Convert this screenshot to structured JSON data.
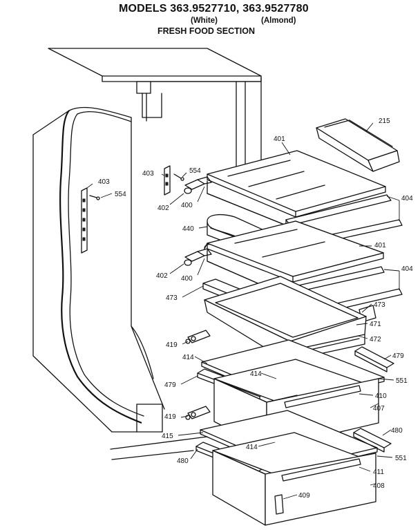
{
  "header": {
    "title": "MODELS 363.9527710, 363.9527780",
    "white": "(White)",
    "almond": "(Almond)",
    "section": "FRESH FOOD SECTION"
  },
  "callouts": {
    "c215": "215",
    "c401a": "401",
    "c401b": "401",
    "c403a": "403",
    "c403b": "403",
    "c554a": "554",
    "c554b": "554",
    "c402a": "402",
    "c402b": "402",
    "c400a": "400",
    "c400b": "400",
    "c404a": "404",
    "c404b": "404",
    "c440": "440",
    "c473a": "473",
    "c473b": "473",
    "c471": "471",
    "c472": "472",
    "c419a": "419",
    "c419b": "419",
    "c414a": "414",
    "c414b": "414",
    "c414c": "414",
    "c479a": "479",
    "c479b": "479",
    "c551a": "551",
    "c551b": "551",
    "c410": "410",
    "c407": "407",
    "c415": "415",
    "c480a": "480",
    "c480b": "480",
    "c411": "411",
    "c408": "408",
    "c409": "409"
  }
}
